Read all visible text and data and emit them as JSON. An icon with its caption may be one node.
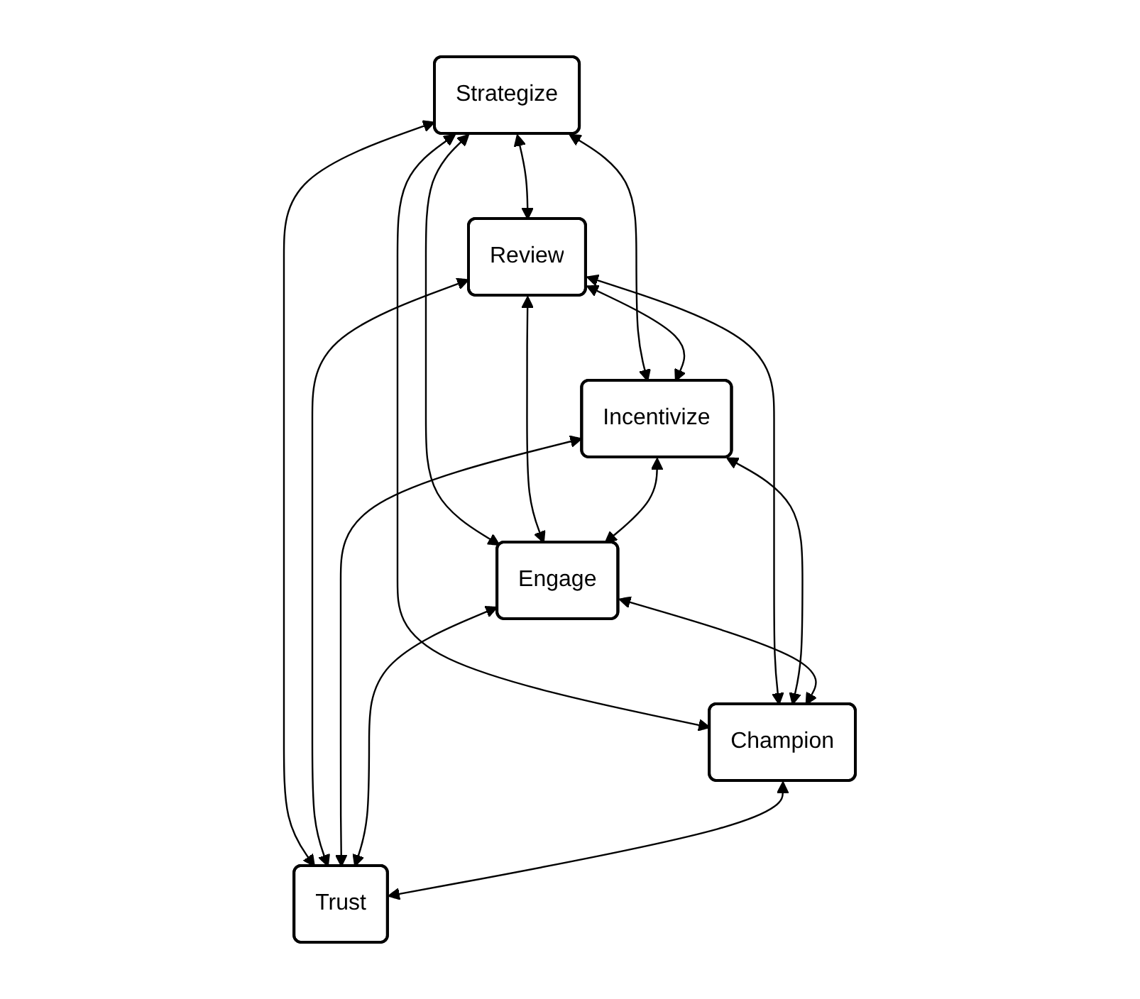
{
  "diagram": {
    "nodes": [
      {
        "text": [
          "Strategize"
        ]
      },
      {
        "text": [
          "Review"
        ]
      },
      {
        "text": [
          "Incentivize"
        ]
      },
      {
        "text": [
          "Engage"
        ]
      },
      {
        "text": [
          "Champion"
        ]
      },
      {
        "text": [
          "Trust"
        ]
      }
    ],
    "edges": [
      {
        "from": 0,
        "to": 1,
        "arrow": "both"
      },
      {
        "from": 0,
        "to": 2,
        "arrow": "both"
      },
      {
        "from": 0,
        "to": 3,
        "arrow": "both"
      },
      {
        "from": 0,
        "to": 4,
        "arrow": "both"
      },
      {
        "from": 0,
        "to": 5,
        "arrow": "both"
      },
      {
        "from": 1,
        "to": 2,
        "arrow": "both"
      },
      {
        "from": 1,
        "to": 3,
        "arrow": "both"
      },
      {
        "from": 1,
        "to": 4,
        "arrow": "both"
      },
      {
        "from": 1,
        "to": 5,
        "arrow": "both"
      },
      {
        "from": 2,
        "to": 3,
        "arrow": "both"
      },
      {
        "from": 2,
        "to": 4,
        "arrow": "both"
      },
      {
        "from": 2,
        "to": 5,
        "arrow": "both"
      },
      {
        "from": 3,
        "to": 4,
        "arrow": "both"
      },
      {
        "from": 3,
        "to": 5,
        "arrow": "both"
      },
      {
        "from": 4,
        "to": 5,
        "arrow": "both"
      }
    ]
  }
}
